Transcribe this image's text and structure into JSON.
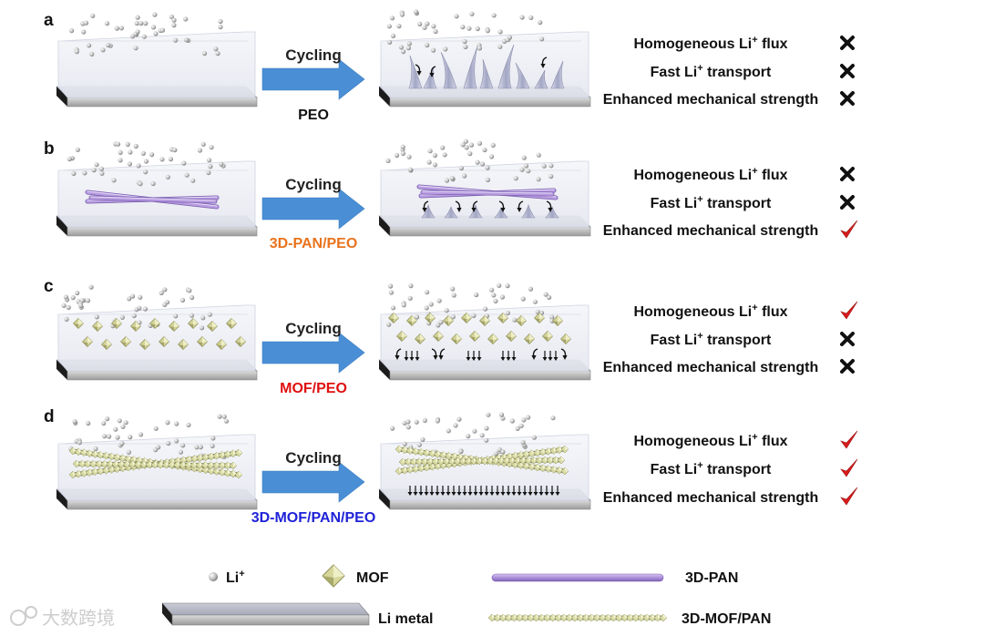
{
  "panels": [
    {
      "label": "a",
      "process": "Cycling",
      "material": "PEO",
      "material_color": "#111111",
      "variant": "peo",
      "properties": [
        {
          "text": "Homogeneous Li",
          "sup": "+",
          "after": " flux",
          "status": "cross"
        },
        {
          "text": "Fast Li",
          "sup": "+",
          "after": " transport",
          "status": "cross"
        },
        {
          "text": "Enhanced mechanical strength",
          "sup": "",
          "after": "",
          "status": "cross"
        }
      ]
    },
    {
      "label": "b",
      "process": "Cycling",
      "material": "3D-PAN/PEO",
      "material_color": "#e8731c",
      "variant": "pan",
      "properties": [
        {
          "text": "Homogeneous Li",
          "sup": "+",
          "after": " flux",
          "status": "cross"
        },
        {
          "text": "Fast Li",
          "sup": "+",
          "after": " transport",
          "status": "cross"
        },
        {
          "text": "Enhanced mechanical strength",
          "sup": "",
          "after": "",
          "status": "check"
        }
      ]
    },
    {
      "label": "c",
      "process": "Cycling",
      "material": "MOF/PEO",
      "material_color": "#e01010",
      "variant": "mof",
      "properties": [
        {
          "text": "Homogeneous Li",
          "sup": "+",
          "after": " flux",
          "status": "check"
        },
        {
          "text": "Fast Li",
          "sup": "+",
          "after": " transport",
          "status": "cross"
        },
        {
          "text": "Enhanced mechanical strength",
          "sup": "",
          "after": "",
          "status": "cross"
        }
      ]
    },
    {
      "label": "d",
      "process": "Cycling",
      "material": "3D-MOF/PAN/PEO",
      "material_color": "#1f22d8",
      "variant": "mofpan",
      "properties": [
        {
          "text": "Homogeneous Li",
          "sup": "+",
          "after": " flux",
          "status": "check"
        },
        {
          "text": "Fast Li",
          "sup": "+",
          "after": " transport",
          "status": "check"
        },
        {
          "text": "Enhanced mechanical strength",
          "sup": "",
          "after": "",
          "status": "check"
        }
      ]
    }
  ],
  "legend": {
    "li_ion": {
      "text": "Li",
      "sup": "+"
    },
    "mof": "MOF",
    "pan": "3D-PAN",
    "li_metal": "Li metal",
    "mofpan": "3D-MOF/PAN"
  },
  "watermark": "大数跨境",
  "colors": {
    "arrow": "#4a8fd6",
    "check": "#d81b1b",
    "cross": "#111111",
    "pan_fiber": "#b89ce0",
    "mof_crystal": "#c9c98a",
    "electrolyte": "#e9ebf3",
    "li_metal": "#b9bcc8"
  }
}
